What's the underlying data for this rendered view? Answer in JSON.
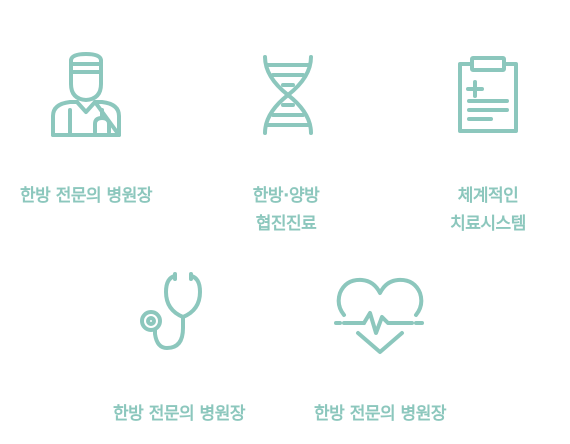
{
  "theme": {
    "accent": "#8cc7bd"
  },
  "features": [
    {
      "icon": "doctor-icon",
      "lines": [
        "한방 전문의 병원장"
      ]
    },
    {
      "icon": "dna-icon",
      "lines": [
        "한방·양방",
        "협진진료"
      ]
    },
    {
      "icon": "clipboard-icon",
      "lines": [
        "체계적인",
        "치료시스템"
      ]
    },
    {
      "icon": "stethoscope-icon",
      "lines": [
        "한방 전문의 병원장"
      ]
    },
    {
      "icon": "heartbeat-icon",
      "lines": [
        "한방 전문의 병원장"
      ]
    }
  ]
}
